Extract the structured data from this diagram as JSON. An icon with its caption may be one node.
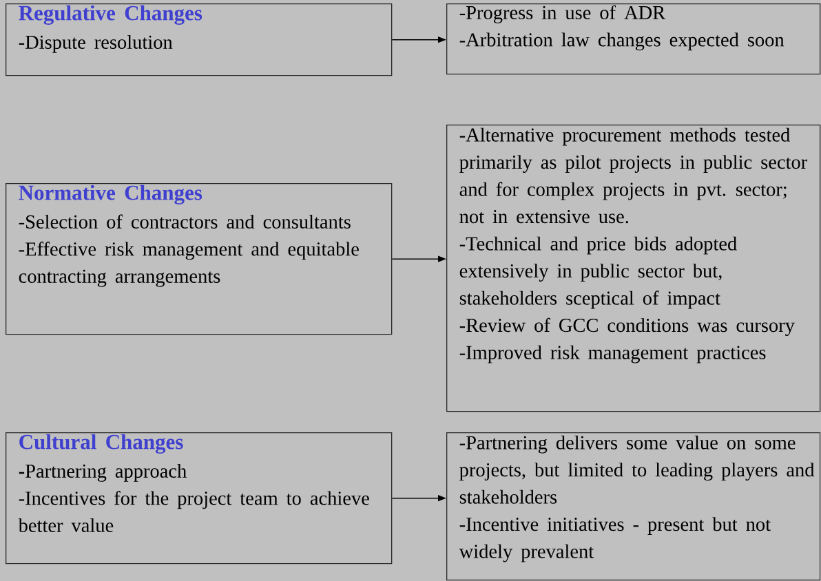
{
  "diagram": {
    "nodes": [
      {
        "text": [
          "Regulative Changes",
          "-Dispute resolution"
        ]
      },
      {
        "text": [
          "-Progress in use of ADR",
          "-Arbitration law changes expected soon"
        ]
      },
      {
        "text": [
          "Normative Changes",
          "-Selection of contractors and consultants",
          "-Effective risk management and equitable contracting arrangements"
        ]
      },
      {
        "text": [
          "-Alternative procurement methods tested primarily as pilot projects in public sector and for complex projects in pvt. sector; not in extensive use.",
          "-Technical and price bids adopted extensively in public sector but, stakeholders sceptical of impact",
          "-Review of GCC conditions was cursory",
          "-Improved risk management practices"
        ]
      },
      {
        "text": [
          "Cultural Changes",
          "**-**Partnering approach",
          "-Incentives for the project team to achieve better value"
        ]
      },
      {
        "text": [
          "-Partnering delivers some value on some projects, but limited to leading players and stakeholders",
          "-Incentive initiatives - present but not widely prevalent"
        ]
      }
    ],
    "edges": [
      {
        "from": 0,
        "to": 1,
        "arrow": "to"
      },
      {
        "from": 2,
        "to": 3,
        "arrow": "to"
      },
      {
        "from": 4,
        "to": 5,
        "arrow": "to"
      }
    ]
  }
}
